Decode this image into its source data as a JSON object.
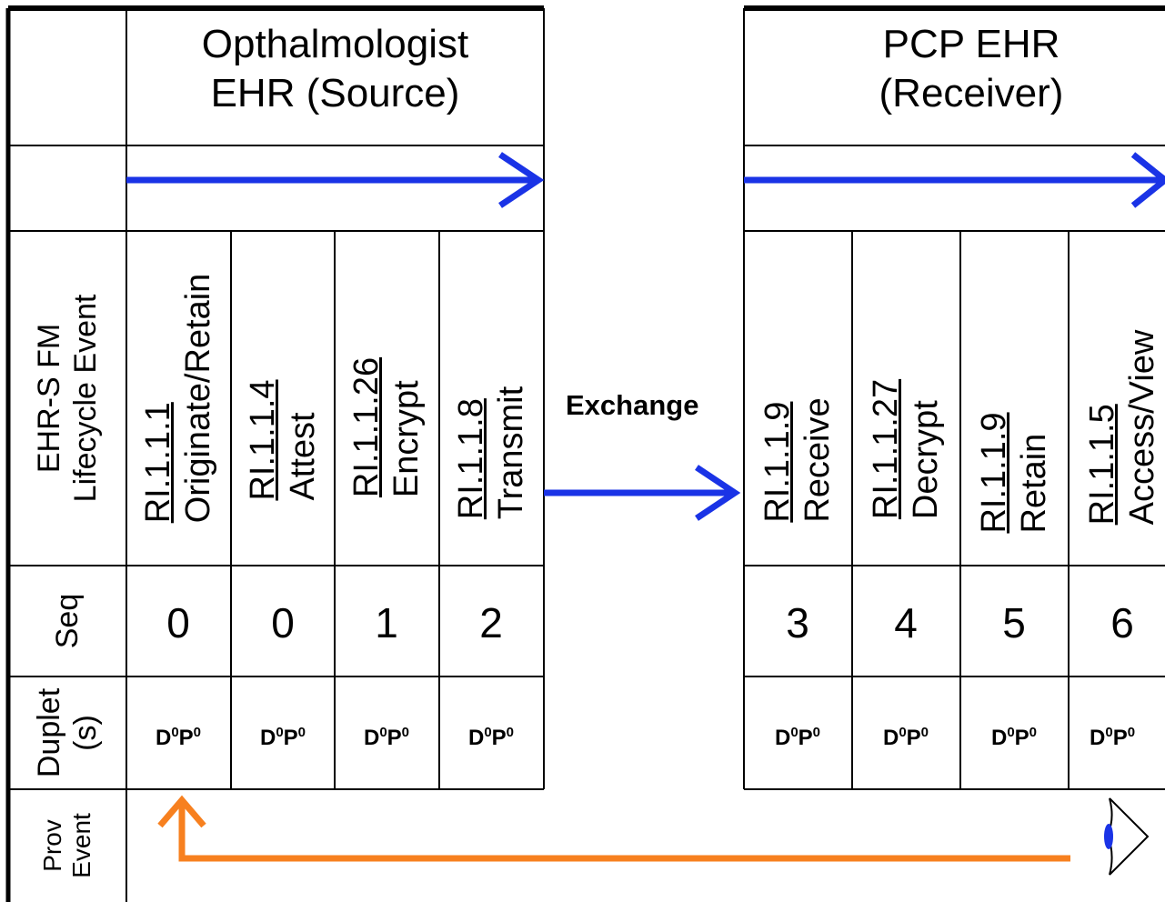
{
  "source_header": [
    "Opthalmologist",
    "EHR (Source)"
  ],
  "receiver_header": [
    "PCP EHR",
    "(Receiver)"
  ],
  "row_labels": {
    "lifecycle": [
      "EHR-S FM",
      "Lifecycle Event"
    ],
    "seq": "Seq",
    "duplet": [
      "Duplet",
      "(s)"
    ],
    "prov": [
      "Prov",
      "Event"
    ]
  },
  "exchange_label": "Exchange",
  "source_events": [
    {
      "code": "RI.1.1.1",
      "name": "Originate/Retain",
      "seq": "0",
      "duplet": {
        "d": "D",
        "ds": "0",
        "p": "P",
        "ps": "0"
      }
    },
    {
      "code": "RI.1.1.4",
      "name": "Attest",
      "seq": "0",
      "duplet": {
        "d": "D",
        "ds": "0",
        "p": "P",
        "ps": "0"
      }
    },
    {
      "code": "RI.1.1.26",
      "name": "Encrypt",
      "seq": "1",
      "duplet": {
        "d": "D",
        "ds": "0",
        "p": "P",
        "ps": "0"
      }
    },
    {
      "code": "RI.1.1.8",
      "name": "Transmit",
      "seq": "2",
      "duplet": {
        "d": "D",
        "ds": "0",
        "p": "P",
        "ps": "0"
      }
    }
  ],
  "receiver_events": [
    {
      "code": "RI.1.1.9",
      "name": "Receive",
      "seq": "3",
      "duplet": {
        "d": "D",
        "ds": "0",
        "p": "P",
        "ps": "0"
      }
    },
    {
      "code": "RI.1.1.27",
      "name": "Decrypt",
      "seq": "4",
      "duplet": {
        "d": "D",
        "ds": "0",
        "p": "P",
        "ps": "0"
      }
    },
    {
      "code": "RI.1.1.9",
      "name": "Retain",
      "seq": "5",
      "duplet": {
        "d": "D",
        "ds": "0",
        "p": "P",
        "ps": "0"
      }
    },
    {
      "code": "RI.1.1.5",
      "name": "Access/View",
      "seq": "6",
      "duplet": {
        "d": "D",
        "ds": "0",
        "p": "P",
        "ps": "0"
      }
    }
  ],
  "colors": {
    "flow_arrow": "#1a33e6",
    "prov_arrow": "#f7801f",
    "lines": "#000000",
    "eye_iris": "#1a33e6"
  },
  "icons": {
    "prov_marker": "eye-icon"
  }
}
